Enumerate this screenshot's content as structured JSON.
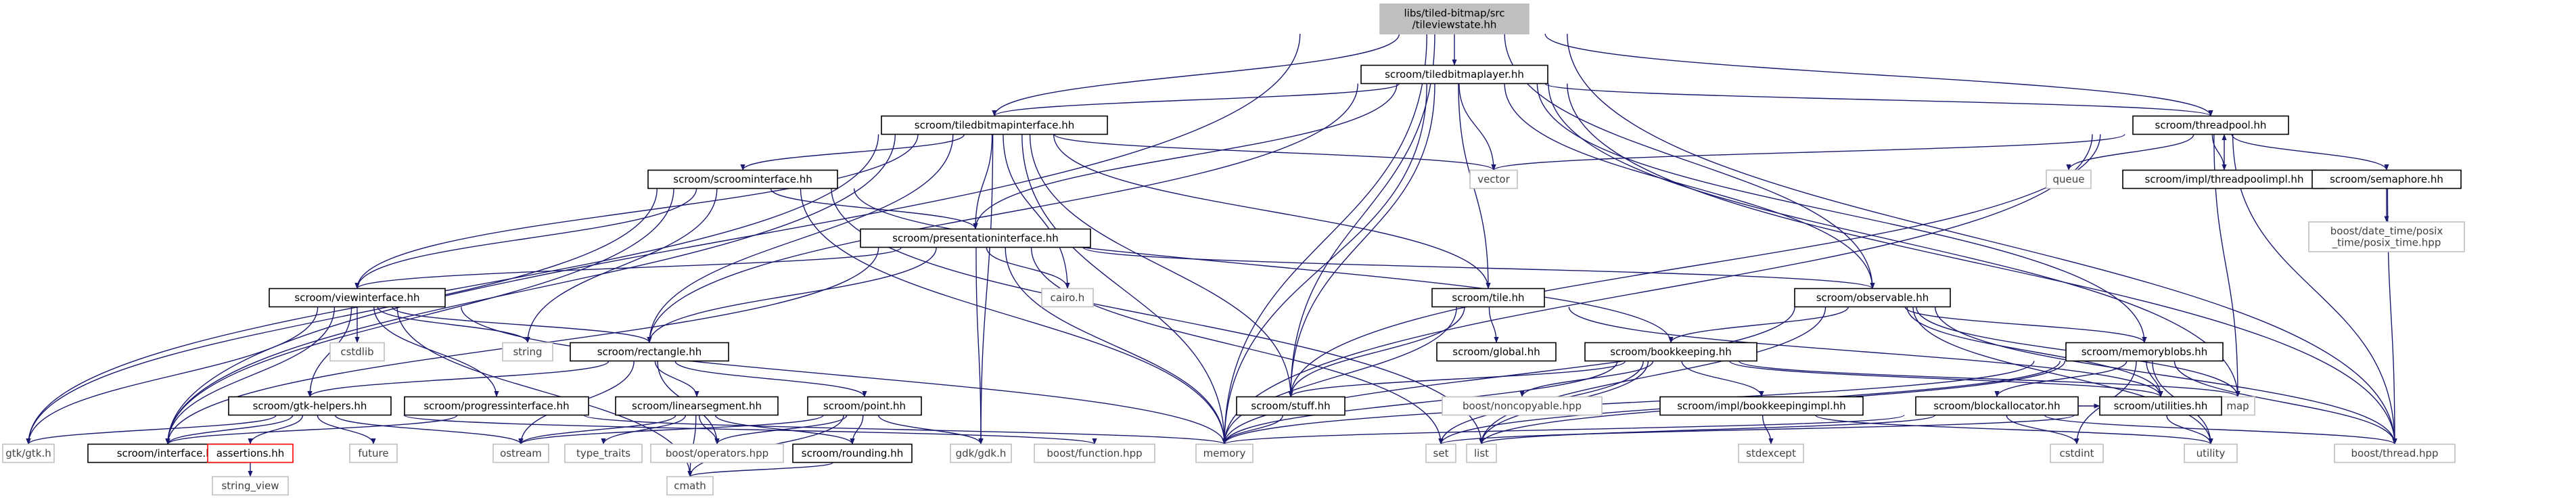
{
  "diagram": {
    "title": "",
    "colors": {
      "edge": "#191970",
      "node_fill": "#ffffff",
      "root_fill": "#bfbfbf",
      "boxed_border": "#000000",
      "plain_border": "#bfbfbf",
      "plain_text": "#404040",
      "red_border": "#ff0000"
    },
    "nodes": [
      {
        "id": "root",
        "label": "libs/tiled-bitmap/src\n/tileviewstate.hh",
        "style": "root"
      },
      {
        "id": "tbl",
        "label": "scroom/tiledbitmaplayer.hh",
        "style": "boxed"
      },
      {
        "id": "tbi",
        "label": "scroom/tiledbitmapinterface.hh",
        "style": "boxed"
      },
      {
        "id": "tp",
        "label": "scroom/threadpool.hh",
        "style": "boxed"
      },
      {
        "id": "si",
        "label": "scroom/scroominterface.hh",
        "style": "boxed"
      },
      {
        "id": "pi",
        "label": "scroom/presentationinterface.hh",
        "style": "boxed"
      },
      {
        "id": "vector",
        "label": "vector",
        "style": "plain"
      },
      {
        "id": "queue",
        "label": "queue",
        "style": "plain"
      },
      {
        "id": "tpi",
        "label": "scroom/impl/threadpoolimpl.hh",
        "style": "boxed"
      },
      {
        "id": "sem",
        "label": "scroom/semaphore.hh",
        "style": "boxed"
      },
      {
        "id": "bdt",
        "label": "boost/date_time/posix\n_time/posix_time.hpp",
        "style": "plain"
      },
      {
        "id": "vi",
        "label": "scroom/viewinterface.hh",
        "style": "boxed"
      },
      {
        "id": "cairo",
        "label": "cairo.h",
        "style": "plain"
      },
      {
        "id": "tile",
        "label": "scroom/tile.hh",
        "style": "boxed"
      },
      {
        "id": "obs",
        "label": "scroom/observable.hh",
        "style": "boxed"
      },
      {
        "id": "cstdlib",
        "label": "cstdlib",
        "style": "plain"
      },
      {
        "id": "string",
        "label": "string",
        "style": "plain"
      },
      {
        "id": "rect",
        "label": "scroom/rectangle.hh",
        "style": "boxed"
      },
      {
        "id": "global",
        "label": "scroom/global.hh",
        "style": "boxed"
      },
      {
        "id": "bk",
        "label": "scroom/bookkeeping.hh",
        "style": "boxed"
      },
      {
        "id": "mb",
        "label": "scroom/memoryblobs.hh",
        "style": "boxed"
      },
      {
        "id": "map",
        "label": "map",
        "style": "plain"
      },
      {
        "id": "gtkh",
        "label": "scroom/gtk-helpers.hh",
        "style": "boxed"
      },
      {
        "id": "prog",
        "label": "scroom/progressinterface.hh",
        "style": "boxed"
      },
      {
        "id": "lin",
        "label": "scroom/linearsegment.hh",
        "style": "boxed"
      },
      {
        "id": "point",
        "label": "scroom/point.hh",
        "style": "boxed"
      },
      {
        "id": "nonc",
        "label": "boost/noncopyable.hpp",
        "style": "plain"
      },
      {
        "id": "bki",
        "label": "scroom/impl/bookkeepingimpl.hh",
        "style": "boxed"
      },
      {
        "id": "stuff",
        "label": "scroom/stuff.hh",
        "style": "boxed"
      },
      {
        "id": "ba",
        "label": "scroom/blockallocator.hh",
        "style": "boxed"
      },
      {
        "id": "util",
        "label": "scroom/utilities.hh",
        "style": "boxed"
      },
      {
        "id": "gtkgtk",
        "label": "gtk/gtk.h",
        "style": "plain"
      },
      {
        "id": "iface",
        "label": "scroom/interface.hh",
        "style": "boxed"
      },
      {
        "id": "assert",
        "label": "assertions.hh",
        "style": "red"
      },
      {
        "id": "future",
        "label": "future",
        "style": "plain"
      },
      {
        "id": "ostream",
        "label": "ostream",
        "style": "plain"
      },
      {
        "id": "tt",
        "label": "type_traits",
        "style": "plain"
      },
      {
        "id": "bops",
        "label": "boost/operators.hpp",
        "style": "plain"
      },
      {
        "id": "round",
        "label": "scroom/rounding.hh",
        "style": "boxed"
      },
      {
        "id": "gdk",
        "label": "gdk/gdk.h",
        "style": "plain"
      },
      {
        "id": "bfunc",
        "label": "boost/function.hpp",
        "style": "plain"
      },
      {
        "id": "memory",
        "label": "memory",
        "style": "plain"
      },
      {
        "id": "set",
        "label": "set",
        "style": "plain"
      },
      {
        "id": "list",
        "label": "list",
        "style": "plain"
      },
      {
        "id": "stdexc",
        "label": "stdexcept",
        "style": "plain"
      },
      {
        "id": "cstdint",
        "label": "cstdint",
        "style": "plain"
      },
      {
        "id": "utility",
        "label": "utility",
        "style": "plain"
      },
      {
        "id": "bthread",
        "label": "boost/thread.hpp",
        "style": "plain"
      },
      {
        "id": "sv",
        "label": "string_view",
        "style": "plain"
      },
      {
        "id": "cmath",
        "label": "cmath",
        "style": "plain"
      }
    ],
    "edges": [
      [
        "root",
        "tbl"
      ],
      [
        "root",
        "tbi"
      ],
      [
        "root",
        "tp"
      ],
      [
        "root",
        "memory"
      ],
      [
        "root",
        "stuff"
      ],
      [
        "root",
        "obs"
      ],
      [
        "root",
        "bthread"
      ],
      [
        "root",
        "iface"
      ],
      [
        "tbl",
        "tbi"
      ],
      [
        "tbl",
        "tp"
      ],
      [
        "tbl",
        "pi"
      ],
      [
        "tbl",
        "vector"
      ],
      [
        "tbl",
        "tile"
      ],
      [
        "tbl",
        "obs"
      ],
      [
        "tbl",
        "mb"
      ],
      [
        "tbl",
        "rect"
      ],
      [
        "tbl",
        "stuff"
      ],
      [
        "tbl",
        "memory"
      ],
      [
        "tbl",
        "map"
      ],
      [
        "tbl",
        "bthread"
      ],
      [
        "tbi",
        "si"
      ],
      [
        "tbi",
        "pi"
      ],
      [
        "tbi",
        "vi"
      ],
      [
        "tbi",
        "rect"
      ],
      [
        "tbi",
        "vector"
      ],
      [
        "tbi",
        "cairo"
      ],
      [
        "tbi",
        "tile"
      ],
      [
        "tbi",
        "memory"
      ],
      [
        "tbi",
        "gdk"
      ],
      [
        "tbi",
        "stuff"
      ],
      [
        "tbi",
        "gtkgtk"
      ],
      [
        "tbi",
        "iface"
      ],
      [
        "tp",
        "vector"
      ],
      [
        "tp",
        "queue"
      ],
      [
        "tp",
        "tpi"
      ],
      [
        "tp",
        "sem"
      ],
      [
        "tp",
        "bthread"
      ],
      [
        "tp",
        "memory"
      ],
      [
        "tp",
        "stuff"
      ],
      [
        "tp",
        "map"
      ],
      [
        "tpi",
        "tp"
      ],
      [
        "sem",
        "bdt"
      ],
      [
        "sem",
        "bthread"
      ],
      [
        "si",
        "pi"
      ],
      [
        "si",
        "vi"
      ],
      [
        "si",
        "string"
      ],
      [
        "si",
        "memory"
      ],
      [
        "si",
        "bk"
      ],
      [
        "si",
        "gtkgtk"
      ],
      [
        "si",
        "iface"
      ],
      [
        "si",
        "list"
      ],
      [
        "pi",
        "vi"
      ],
      [
        "pi",
        "obs"
      ],
      [
        "pi",
        "rect"
      ],
      [
        "pi",
        "cairo"
      ],
      [
        "pi",
        "memory"
      ],
      [
        "pi",
        "gdk"
      ],
      [
        "pi",
        "set"
      ],
      [
        "pi",
        "iface"
      ],
      [
        "vi",
        "rect"
      ],
      [
        "vi",
        "cstdlib"
      ],
      [
        "vi",
        "string"
      ],
      [
        "vi",
        "gtkh"
      ],
      [
        "vi",
        "prog"
      ],
      [
        "vi",
        "gtkgtk"
      ],
      [
        "vi",
        "iface"
      ],
      [
        "vi",
        "memory"
      ],
      [
        "vi",
        "cmath"
      ],
      [
        "tile",
        "global"
      ],
      [
        "tile",
        "memory"
      ],
      [
        "tile",
        "util"
      ],
      [
        "tile",
        "stuff"
      ],
      [
        "obs",
        "bk"
      ],
      [
        "obs",
        "mb"
      ],
      [
        "obs",
        "list"
      ],
      [
        "obs",
        "map"
      ],
      [
        "obs",
        "memory"
      ],
      [
        "obs",
        "bthread"
      ],
      [
        "obs",
        "utility"
      ],
      [
        "obs",
        "util"
      ],
      [
        "rect",
        "gtkh"
      ],
      [
        "rect",
        "lin"
      ],
      [
        "rect",
        "point"
      ],
      [
        "rect",
        "ostream"
      ],
      [
        "rect",
        "bops"
      ],
      [
        "bk",
        "bki"
      ],
      [
        "bk",
        "nonc"
      ],
      [
        "bk",
        "stuff"
      ],
      [
        "bk",
        "memory"
      ],
      [
        "bk",
        "map"
      ],
      [
        "bk",
        "list"
      ],
      [
        "bk",
        "set"
      ],
      [
        "bk",
        "util"
      ],
      [
        "mb",
        "ba"
      ],
      [
        "mb",
        "util"
      ],
      [
        "mb",
        "list"
      ],
      [
        "mb",
        "memory"
      ],
      [
        "mb",
        "cstdint"
      ],
      [
        "mb",
        "utility"
      ],
      [
        "mb",
        "bthread"
      ],
      [
        "mb",
        "set"
      ],
      [
        "gtkh",
        "gtkgtk"
      ],
      [
        "gtkh",
        "iface"
      ],
      [
        "gtkh",
        "assert"
      ],
      [
        "gtkh",
        "future"
      ],
      [
        "gtkh",
        "ostream"
      ],
      [
        "gtkh",
        "bfunc"
      ],
      [
        "prog",
        "iface"
      ],
      [
        "prog",
        "memory"
      ],
      [
        "lin",
        "ostream"
      ],
      [
        "lin",
        "tt"
      ],
      [
        "lin",
        "bops"
      ],
      [
        "lin",
        "round"
      ],
      [
        "lin",
        "cmath"
      ],
      [
        "point",
        "ostream"
      ],
      [
        "point",
        "bops"
      ],
      [
        "point",
        "round"
      ],
      [
        "point",
        "gdk"
      ],
      [
        "point",
        "cmath"
      ],
      [
        "bki",
        "stdexc"
      ],
      [
        "bki",
        "utility"
      ],
      [
        "stuff",
        "memory"
      ],
      [
        "ba",
        "memory"
      ],
      [
        "ba",
        "list"
      ],
      [
        "ba",
        "cstdint"
      ],
      [
        "ba",
        "util"
      ],
      [
        "ba",
        "bthread"
      ],
      [
        "util",
        "set"
      ],
      [
        "util",
        "utility"
      ],
      [
        "assert",
        "sv"
      ],
      [
        "round",
        "cmath"
      ]
    ]
  }
}
